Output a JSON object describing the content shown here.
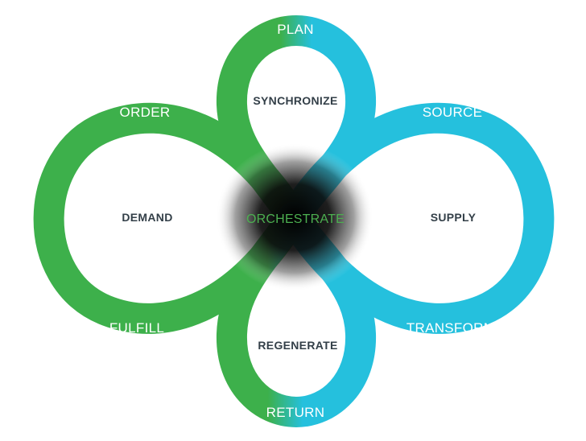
{
  "ring_labels": {
    "plan": "PLAN",
    "order": "ORDER",
    "source": "SOURCE",
    "fulfill": "FULFILL",
    "transform": "TRANSFORM",
    "return": "RETURN"
  },
  "inner_labels": {
    "synchronize": "SYNCHRONIZE",
    "demand": "DEMAND",
    "supply": "SUPPLY",
    "regenerate": "REGENERATE"
  },
  "center_label": "ORCHESTRATE",
  "colors": {
    "green": "#3db04b",
    "blue": "#25c0dd",
    "label_text": "#ffffff",
    "inner_text": "#333f48",
    "center_text": "#4caf50",
    "center_shadow": "#000000"
  }
}
